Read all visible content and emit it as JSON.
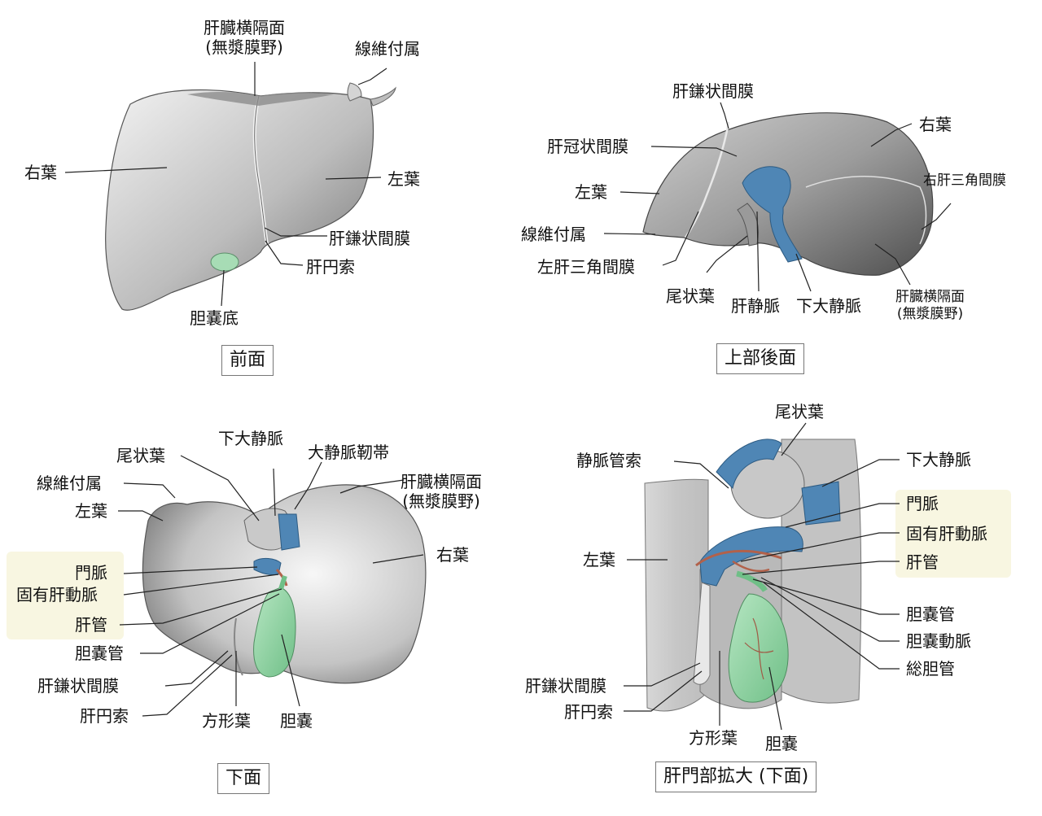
{
  "panels": {
    "front": {
      "caption": "前面",
      "labels": {
        "bare_area": "肝臓横隔面\n(無漿膜野)",
        "fibrous_appendix": "線維付属",
        "right_lobe": "右葉",
        "left_lobe": "左葉",
        "falciform": "肝鎌状間膜",
        "round_lig": "肝円索",
        "gb_fundus": "胆嚢底"
      }
    },
    "superior_posterior": {
      "caption": "上部後面",
      "labels": {
        "falciform": "肝鎌状間膜",
        "right_lobe": "右葉",
        "coronary": "肝冠状間膜",
        "left_lobe": "左葉",
        "right_triangular": "右肝三角間膜",
        "fibrous_appendix": "線維付属",
        "left_triangular": "左肝三角間膜",
        "caudate": "尾状葉",
        "hepatic_vein": "肝静脈",
        "ivc": "下大静脈",
        "bare_area": "肝臓横隔面\n(無漿膜野)"
      }
    },
    "inferior": {
      "caption": "下面",
      "labels": {
        "ivc": "下大静脈",
        "caudate": "尾状葉",
        "lig_venosum": "大静脈靭帯",
        "fibrous_appendix": "線維付属",
        "bare_area": "肝臓横隔面\n(無漿膜野)",
        "left_lobe": "左葉",
        "right_lobe": "右葉",
        "portal_vein": "門脈",
        "hepatic_artery": "固有肝動脈",
        "hepatic_duct": "肝管",
        "cystic_duct": "胆嚢管",
        "falciform": "肝鎌状間膜",
        "round_lig": "肝円索",
        "quadrate": "方形葉",
        "gallbladder": "胆嚢"
      }
    },
    "hilum": {
      "caption": "肝門部拡大 (下面)",
      "labels": {
        "caudate": "尾状葉",
        "lig_venosum": "静脈管索",
        "ivc": "下大静脈",
        "portal_vein": "門脈",
        "hepatic_artery": "固有肝動脈",
        "left_lobe": "左葉",
        "hepatic_duct": "肝管",
        "cystic_duct": "胆嚢管",
        "cystic_artery": "胆嚢動脈",
        "common_bile_duct": "総胆管",
        "falciform": "肝鎌状間膜",
        "round_lig": "肝円索",
        "quadrate": "方形葉",
        "gallbladder": "胆嚢"
      }
    }
  },
  "colors": {
    "liver_light": "#e6e6e6",
    "liver_dark": "#7a7a7a",
    "vein_blue": "#4f86b5",
    "gallbladder_green": "#93d6a7",
    "artery_brown": "#b2614a",
    "highlight_box": "#f8f6e1"
  }
}
